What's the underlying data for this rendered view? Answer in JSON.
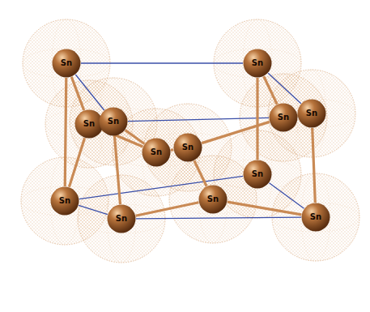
{
  "diagram": {
    "nodes": [
      {
        "text": [
          "Sn"
        ]
      },
      {
        "text": [
          "Sn"
        ]
      },
      {
        "text": [
          "Sn"
        ]
      },
      {
        "text": [
          "Sn"
        ]
      },
      {
        "text": [
          "Sn"
        ]
      },
      {
        "text": [
          "Sn"
        ]
      },
      {
        "text": [
          "Sn"
        ]
      },
      {
        "text": [
          "Sn"
        ]
      },
      {
        "text": [
          "Sn"
        ]
      },
      {
        "text": [
          "Sn"
        ]
      },
      {
        "text": [
          "Sn"
        ]
      },
      {
        "text": [
          "Sn"
        ]
      },
      {
        "text": [
          "Sn"
        ]
      }
    ],
    "edges": [
      {
        "from": 0,
        "to": 1,
        "arrow": "none"
      },
      {
        "from": 0,
        "to": 3,
        "arrow": "none"
      },
      {
        "from": 1,
        "to": 5,
        "arrow": "none"
      },
      {
        "from": 3,
        "to": 4,
        "arrow": "none"
      },
      {
        "from": 8,
        "to": 9,
        "arrow": "none"
      },
      {
        "from": 8,
        "to": 11,
        "arrow": "none"
      },
      {
        "from": 11,
        "to": 12,
        "arrow": "none"
      },
      {
        "from": 9,
        "to": 12,
        "arrow": "none"
      },
      {
        "from": 0,
        "to": 8,
        "arrow": "none"
      },
      {
        "from": 1,
        "to": 9,
        "arrow": "none"
      },
      {
        "from": 3,
        "to": 11,
        "arrow": "none"
      },
      {
        "from": 5,
        "to": 12,
        "arrow": "none"
      },
      {
        "from": 0,
        "to": 2,
        "arrow": "none"
      },
      {
        "from": 2,
        "to": 6,
        "arrow": "none"
      },
      {
        "from": 3,
        "to": 6,
        "arrow": "none"
      },
      {
        "from": 6,
        "to": 7,
        "arrow": "none"
      },
      {
        "from": 7,
        "to": 4,
        "arrow": "none"
      },
      {
        "from": 4,
        "to": 1,
        "arrow": "none"
      },
      {
        "from": 4,
        "to": 5,
        "arrow": "none"
      },
      {
        "from": 7,
        "to": 10,
        "arrow": "none"
      },
      {
        "from": 10,
        "to": 11,
        "arrow": "none"
      },
      {
        "from": 10,
        "to": 12,
        "arrow": "none"
      },
      {
        "from": 2,
        "to": 8,
        "arrow": "none"
      }
    ]
  }
}
